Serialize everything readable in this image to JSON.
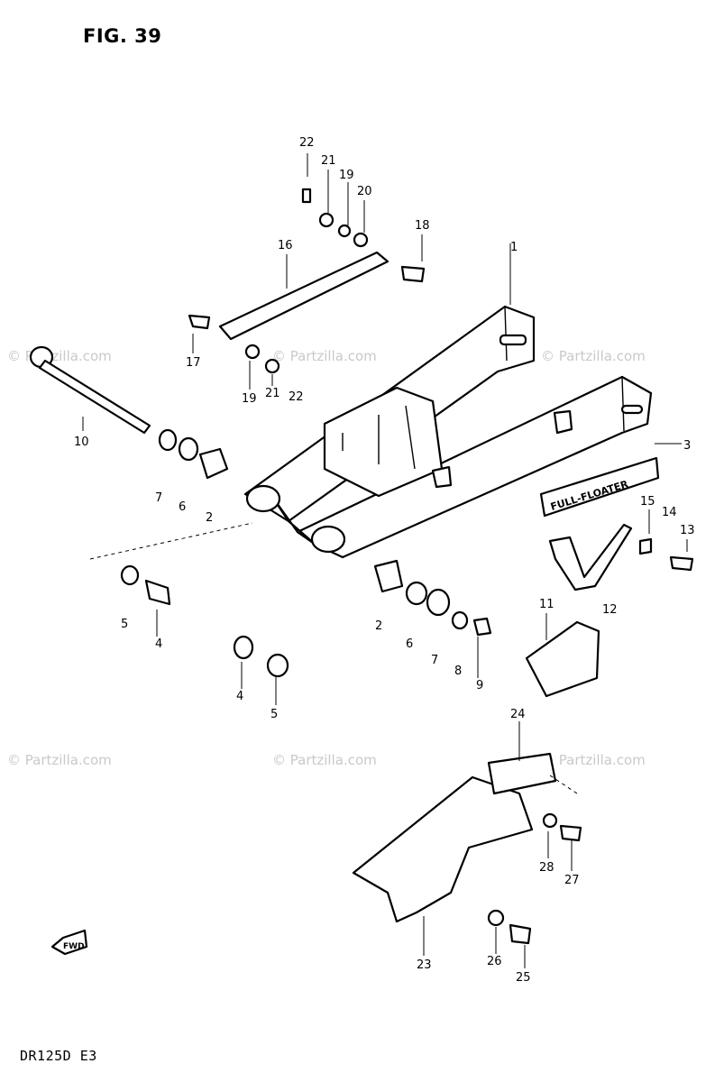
{
  "header": {
    "figure_label": "FIG. 39"
  },
  "footer": {
    "model_code": "DR125D  E3"
  },
  "watermark": {
    "text": "© Partzilla.com"
  },
  "decal": {
    "text": "FULL-FLOATER"
  },
  "front_arrow": {
    "label": "FWD"
  },
  "callouts": [
    "1",
    "2",
    "2",
    "3",
    "4",
    "4",
    "5",
    "5",
    "6",
    "6",
    "7",
    "7",
    "8",
    "9",
    "10",
    "11",
    "12",
    "13",
    "14",
    "15",
    "16",
    "17",
    "18",
    "19",
    "19",
    "20",
    "21",
    "21",
    "22",
    "22",
    "23",
    "24",
    "25",
    "26",
    "27",
    "28"
  ]
}
